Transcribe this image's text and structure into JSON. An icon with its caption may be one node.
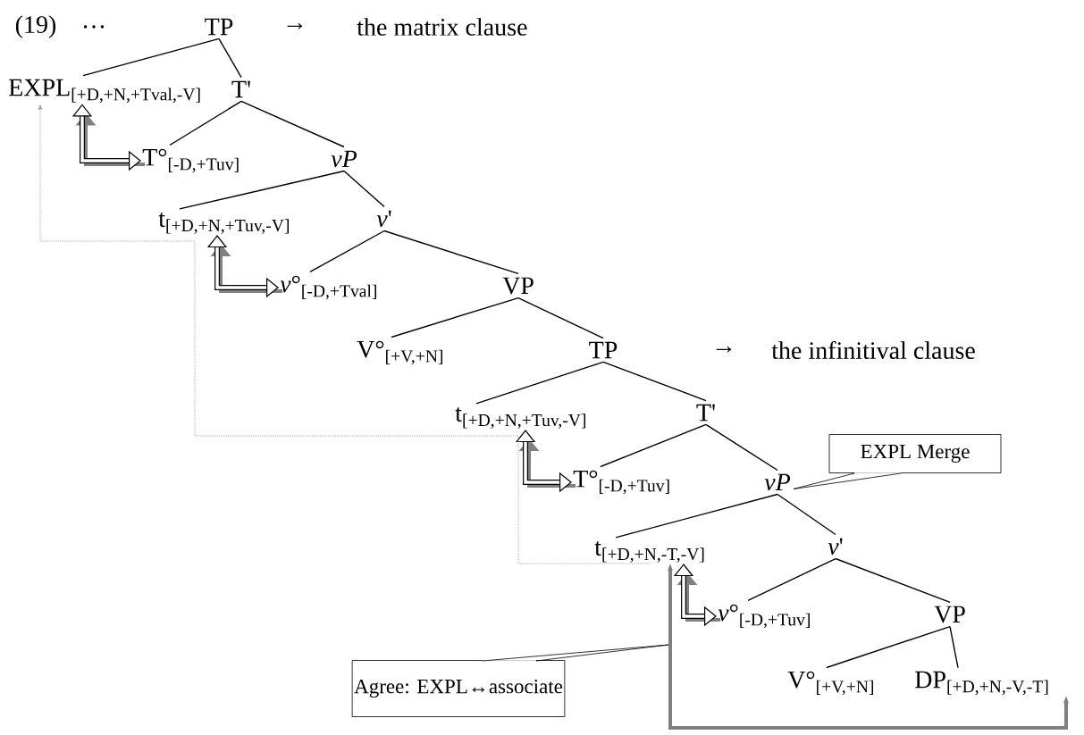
{
  "diagram": {
    "nodes": [
      {
        "text": [
          "TP"
        ]
      },
      {
        "text": [
          "EXPL$_{[+D,+N,+Tval,-V]}$"
        ]
      },
      {
        "text": [
          "T'"
        ]
      },
      {
        "text": [
          "T°$_{[-D,+Tuv]}$"
        ]
      },
      {
        "text": [
          "vP"
        ]
      },
      {
        "text": [
          "t$_{[+D,+N,+Tuv,-V]}$"
        ]
      },
      {
        "text": [
          "*v*'"
        ]
      },
      {
        "text": [
          "*v*°$_{[-D,+Tval]}$"
        ]
      },
      {
        "text": [
          "VP"
        ]
      },
      {
        "text": [
          "V°$_{[+V,+N]}$"
        ]
      },
      {
        "text": [
          "TP"
        ]
      },
      {
        "text": [
          "t$_{[+D,+N,+Tuv,-V]}$"
        ]
      },
      {
        "text": [
          "T'"
        ]
      },
      {
        "text": [
          "T°$_{[-D,+Tuv]}$"
        ]
      },
      {
        "text": [
          "vP"
        ]
      },
      {
        "text": [
          "t$_{[+D,+N,-T,-V]}$"
        ]
      },
      {
        "text": [
          "*v*'"
        ]
      },
      {
        "text": [
          "*v*°$_{[-D,+Tuv]}$"
        ]
      },
      {
        "text": [
          "VP"
        ]
      },
      {
        "text": [
          "V°$_{[+V,+N]}$"
        ]
      },
      {
        "text": [
          "DP$_{[+D,+N,-V,-T]}$"
        ]
      },
      {
        "text": [
          "EXPL Merge"
        ]
      },
      {
        "text": [
          "Agree: EXPL↔associate"
        ]
      }
    ],
    "edges": [
      {
        "from": 0,
        "to": 1,
        "arrow": "none"
      },
      {
        "from": 0,
        "to": 2,
        "arrow": "none"
      },
      {
        "from": 2,
        "to": 3,
        "arrow": "none"
      },
      {
        "from": 2,
        "to": 4,
        "arrow": "none"
      },
      {
        "from": 4,
        "to": 5,
        "arrow": "none"
      },
      {
        "from": 4,
        "to": 6,
        "arrow": "none"
      },
      {
        "from": 6,
        "to": 7,
        "arrow": "none"
      },
      {
        "from": 6,
        "to": 8,
        "arrow": "none"
      },
      {
        "from": 8,
        "to": 9,
        "arrow": "none"
      },
      {
        "from": 8,
        "to": 10,
        "arrow": "none"
      },
      {
        "from": 10,
        "to": 11,
        "arrow": "none"
      },
      {
        "from": 10,
        "to": 12,
        "arrow": "none"
      },
      {
        "from": 12,
        "to": 13,
        "arrow": "none"
      },
      {
        "from": 12,
        "to": 14,
        "arrow": "none"
      },
      {
        "from": 14,
        "to": 15,
        "arrow": "none"
      },
      {
        "from": 14,
        "to": 16,
        "arrow": "none"
      },
      {
        "from": 16,
        "to": 17,
        "arrow": "none"
      },
      {
        "from": 16,
        "to": 18,
        "arrow": "none"
      },
      {
        "from": 18,
        "to": 19,
        "arrow": "none"
      },
      {
        "from": 18,
        "to": 20,
        "arrow": "none"
      },
      {
        "from": 3,
        "to": 1,
        "arrow": "both",
        "style": "thick",
        "color": "#808080"
      },
      {
        "from": 7,
        "to": 5,
        "arrow": "both",
        "style": "thick",
        "color": "#808080"
      },
      {
        "from": 13,
        "to": 11,
        "arrow": "both",
        "style": "thick",
        "color": "#808080"
      },
      {
        "from": 17,
        "to": 15,
        "arrow": "both",
        "style": "thick",
        "color": "#808080"
      },
      {
        "from": 15,
        "to": 1,
        "arrow": "to",
        "style": "dashed",
        "color": "#a0a0a0"
      },
      {
        "from": 20,
        "to": 15,
        "arrow": "both",
        "style": "thick",
        "color": "#808080"
      },
      {
        "from": 21,
        "to": 14,
        "arrow": "none"
      },
      {
        "from": 22,
        "to": null,
        "arrow": "none"
      }
    ],
    "labels": [
      "(19)",
      "…",
      "→",
      "the matrix clause",
      "→",
      "the infinitival clause"
    ]
  }
}
